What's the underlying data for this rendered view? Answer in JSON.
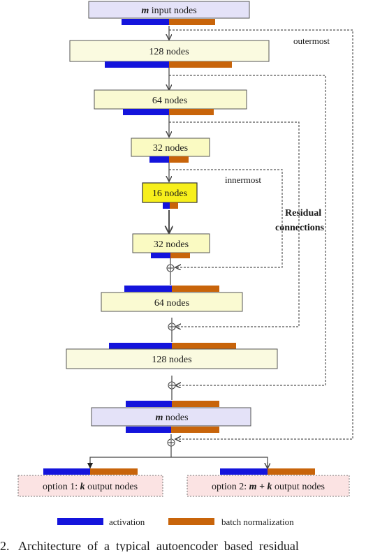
{
  "layers": [
    {
      "id": "input",
      "label_math": "m",
      "label_rest": " input nodes",
      "fill": "#e4e2f8",
      "bars_position": "below",
      "bar_scale": "wide"
    },
    {
      "id": "enc128",
      "label": "128 nodes",
      "fill": "#fafae0",
      "bars_position": "below",
      "bar_scale": "wide"
    },
    {
      "id": "enc64",
      "label": "64 nodes",
      "fill": "#fafad2",
      "bars_position": "below",
      "bar_scale": "medium"
    },
    {
      "id": "enc32",
      "label": "32 nodes",
      "fill": "#fafac2",
      "bars_position": "below",
      "bar_scale": "small"
    },
    {
      "id": "bottleneck",
      "label": "16 nodes",
      "fill": "#f7ef1c",
      "bars_position": "below",
      "bar_scale": "tiny"
    },
    {
      "id": "dec32",
      "label": "32 nodes",
      "fill": "#fafac2",
      "bars_position": "below",
      "bar_scale": "small"
    },
    {
      "id": "dec64",
      "label": "64 nodes",
      "fill": "#fafad2",
      "bars_position": "above",
      "bar_scale": "wide"
    },
    {
      "id": "dec128",
      "label": "128 nodes",
      "fill": "#fafae0",
      "bars_position": "above",
      "bar_scale": "wide"
    },
    {
      "id": "output",
      "label_math": "m",
      "label_rest": " nodes",
      "fill": "#e4e2f8",
      "bars_position": "both",
      "bar_scale": "medium"
    }
  ],
  "annotations": {
    "outermost": "outermost",
    "innermost": "innermost",
    "residual_line1": "Residual",
    "residual_line2": "connections"
  },
  "options": {
    "option1": {
      "prefix": "option 1: ",
      "math": "k",
      "suffix": " output nodes"
    },
    "option2": {
      "prefix": "option 2: ",
      "math": "m + k",
      "suffix": " output nodes"
    },
    "fill": "#fbe3e3"
  },
  "legend": {
    "activation": "activation",
    "batch_norm": "batch normalization"
  },
  "caption": "2.   Architecture  of  a  typical  autoencoder  based  residual",
  "colors": {
    "activation": "#1414dc",
    "batch_norm": "#c8640a",
    "line": "#444444",
    "dashed": "#555555"
  }
}
